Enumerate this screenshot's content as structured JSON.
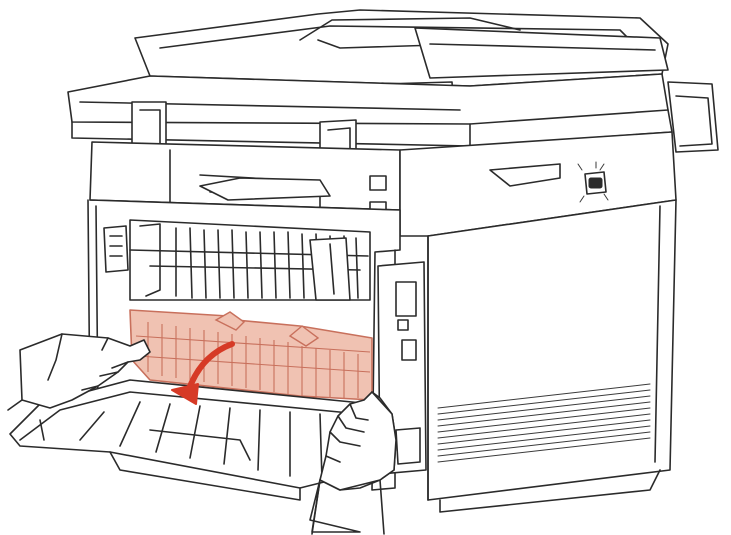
{
  "illustration": {
    "colors": {
      "outline": "#2b2b2b",
      "background": "#ffffff",
      "highlight_fill": "#f0c2b2",
      "highlight_stroke": "#c8705c",
      "arrow": "#d63a26"
    },
    "icons": [
      "printer-illustration",
      "fuser-unit",
      "direction-arrow-icon",
      "hand-left",
      "hand-right",
      "power-port-icon"
    ],
    "callout_arrow": "pull-down"
  }
}
